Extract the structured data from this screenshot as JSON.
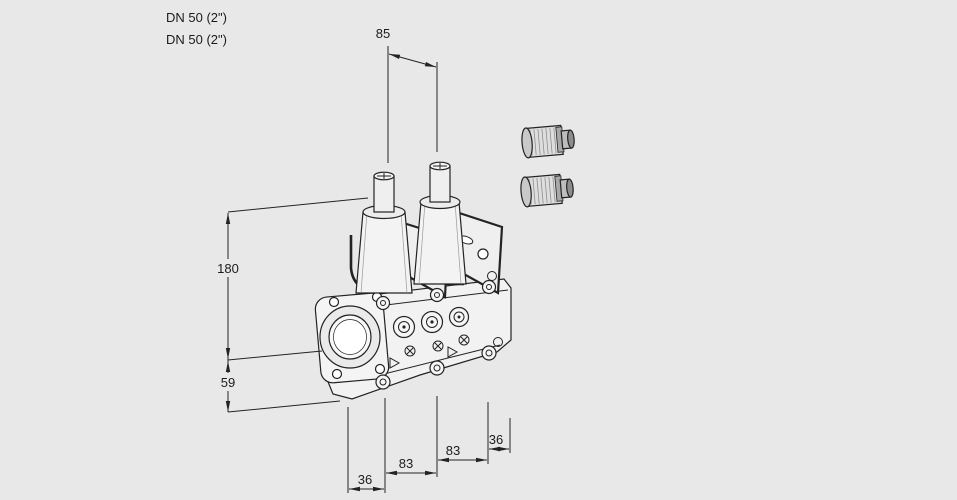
{
  "page": {
    "bg_color": "#e8e8e8",
    "line_color": "#232323",
    "description": "Technical dimension drawing of a double solenoid gas valve with two sealing plugs"
  },
  "labels": {
    "dn_top": "DN 50 (2\")",
    "dn_bottom": "DN 50 (2\")"
  },
  "dimensions": {
    "actuator_spacing": "85",
    "height_upper": "180",
    "height_lower": "59",
    "bottom_offset_left": "36",
    "bottom_span_left": "83",
    "bottom_span_right": "83",
    "bottom_offset_right": "36"
  }
}
